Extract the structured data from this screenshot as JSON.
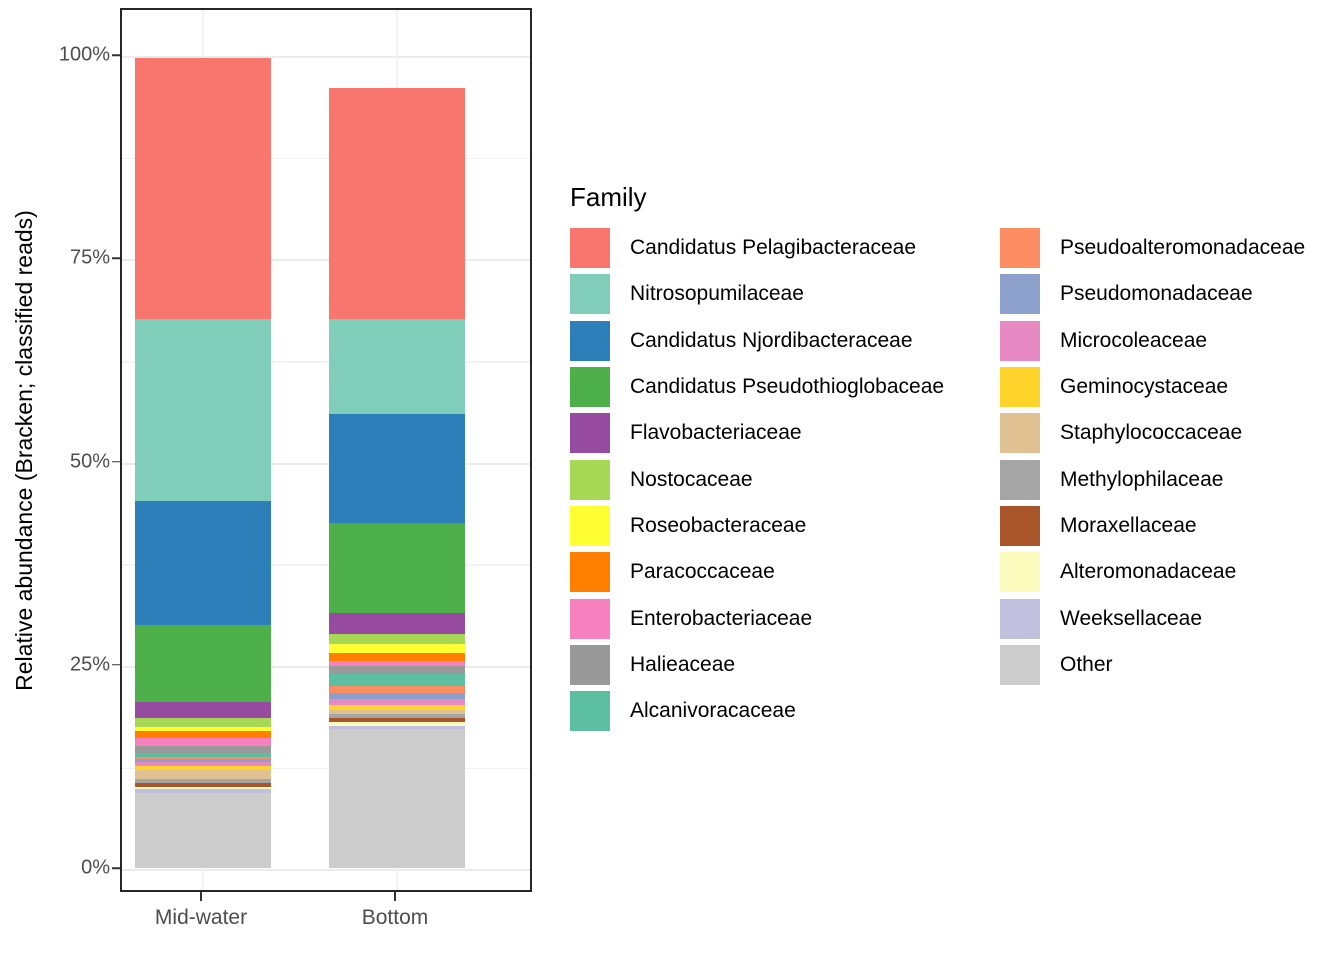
{
  "chart_data": {
    "type": "bar",
    "stacked": true,
    "stack_mode": "percent",
    "title": "",
    "subtitle": "",
    "xlabel": "",
    "ylabel": "Relative abundance (Bracken; classified reads)",
    "categories": [
      "Mid-water",
      "Bottom"
    ],
    "ylim": [
      0,
      100
    ],
    "ytick_values": [
      0,
      25,
      50,
      75,
      100
    ],
    "ytick_labels": [
      "0%",
      "25%",
      "50%",
      "75%",
      "100%"
    ],
    "grid": true,
    "grid_minor_values": [
      12.5,
      37.5,
      62.5,
      87.5
    ],
    "legend_title": "Family",
    "legend_position": "right",
    "legend_columns": 2,
    "series": [
      {
        "name": "Candidatus Pelagibacteraceae",
        "color": "#f8766d",
        "values": [
          32.1,
          28.5
        ]
      },
      {
        "name": "Nitrosopumilaceae",
        "color": "#80ceb9",
        "values": [
          22.4,
          11.7
        ]
      },
      {
        "name": "Candidatus Njordibacteraceae",
        "color": "#2c7fb8",
        "values": [
          15.3,
          13.3
        ]
      },
      {
        "name": "Candidatus Pseudothioglobaceae",
        "color": "#4caf4a",
        "values": [
          9.5,
          11.1
        ]
      },
      {
        "name": "Flavobacteriaceae",
        "color": "#964ba0",
        "values": [
          1.9,
          2.6
        ]
      },
      {
        "name": "Nostocaceae",
        "color": "#a6d855",
        "values": [
          1.1,
          1.2
        ]
      },
      {
        "name": "Roseobacteraceae",
        "color": "#ffff33",
        "values": [
          0.6,
          1.1
        ]
      },
      {
        "name": "Paracoccaceae",
        "color": "#ff8000",
        "values": [
          0.8,
          1.0
        ]
      },
      {
        "name": "Enterobacteriaceae",
        "color": "#f781bf",
        "values": [
          1.0,
          0.6
        ]
      },
      {
        "name": "Halieaceae",
        "color": "#999999",
        "values": [
          0.9,
          1.0
        ]
      },
      {
        "name": "Alcanivoracaceae",
        "color": "#5cbfa1",
        "values": [
          0.4,
          1.5
        ]
      },
      {
        "name": "Pseudoalteromonadaceae",
        "color": "#fc8d62",
        "values": [
          0.3,
          0.9
        ]
      },
      {
        "name": "Pseudomonadaceae",
        "color": "#8da0cb",
        "values": [
          0.4,
          0.7
        ]
      },
      {
        "name": "Microcoleaceae",
        "color": "#e78ac3",
        "values": [
          0.4,
          0.8
        ]
      },
      {
        "name": "Geminocystaceae",
        "color": "#ffd42a",
        "values": [
          0.5,
          0.6
        ]
      },
      {
        "name": "Staphylococcaceae",
        "color": "#e0c191",
        "values": [
          1.1,
          0.5
        ]
      },
      {
        "name": "Methylophilaceae",
        "color": "#a6a6a6",
        "values": [
          0.5,
          0.4
        ]
      },
      {
        "name": "Moraxellaceae",
        "color": "#a8552a",
        "values": [
          0.5,
          0.5
        ]
      },
      {
        "name": "Alteromonadaceae",
        "color": "#fbfcbd",
        "values": [
          0.3,
          0.5
        ]
      },
      {
        "name": "Weeksellaceae",
        "color": "#c0c0de",
        "values": [
          0.5,
          0.4
        ]
      },
      {
        "name": "Other",
        "color": "#cccccc",
        "values": [
          9.2,
          17.1
        ]
      }
    ]
  },
  "axis": {
    "y_title": "Relative abundance (Bracken; classified reads)",
    "y_ticks": [
      "100%",
      "75%",
      "50%",
      "25%",
      "0%"
    ],
    "x_ticks": [
      "Mid-water",
      "Bottom"
    ]
  },
  "legend": {
    "title": "Family",
    "column_a": [
      {
        "label": "Candidatus Pelagibacteraceae",
        "color": "#f8766d"
      },
      {
        "label": "Nitrosopumilaceae",
        "color": "#80ceb9"
      },
      {
        "label": "Candidatus Njordibacteraceae",
        "color": "#2c7fb8"
      },
      {
        "label": "Candidatus Pseudothioglobaceae",
        "color": "#4caf4a"
      },
      {
        "label": "Flavobacteriaceae",
        "color": "#964ba0"
      },
      {
        "label": "Nostocaceae",
        "color": "#a6d855"
      },
      {
        "label": "Roseobacteraceae",
        "color": "#ffff33"
      },
      {
        "label": "Paracoccaceae",
        "color": "#ff8000"
      },
      {
        "label": "Enterobacteriaceae",
        "color": "#f781bf"
      },
      {
        "label": "Halieaceae",
        "color": "#999999"
      },
      {
        "label": "Alcanivoracaceae",
        "color": "#5cbfa1"
      }
    ],
    "column_b": [
      {
        "label": "Pseudoalteromonadaceae",
        "color": "#fc8d62"
      },
      {
        "label": "Pseudomonadaceae",
        "color": "#8da0cb"
      },
      {
        "label": "Microcoleaceae",
        "color": "#e78ac3"
      },
      {
        "label": "Geminocystaceae",
        "color": "#ffd42a"
      },
      {
        "label": "Staphylococcaceae",
        "color": "#e0c191"
      },
      {
        "label": "Methylophilaceae",
        "color": "#a6a6a6"
      },
      {
        "label": "Moraxellaceae",
        "color": "#a8552a"
      },
      {
        "label": "Alteromonadaceae",
        "color": "#fbfcbd"
      },
      {
        "label": "Weeksellaceae",
        "color": "#c0c0de"
      },
      {
        "label": "Other",
        "color": "#cccccc"
      }
    ]
  },
  "colors": {
    "panel_border": "#262626",
    "grid_major": "#ebebeb",
    "grid_minor": "#f2f2f2",
    "tick_text": "#4d4d4d",
    "axis_title": "#000000",
    "background": "#ffffff"
  }
}
